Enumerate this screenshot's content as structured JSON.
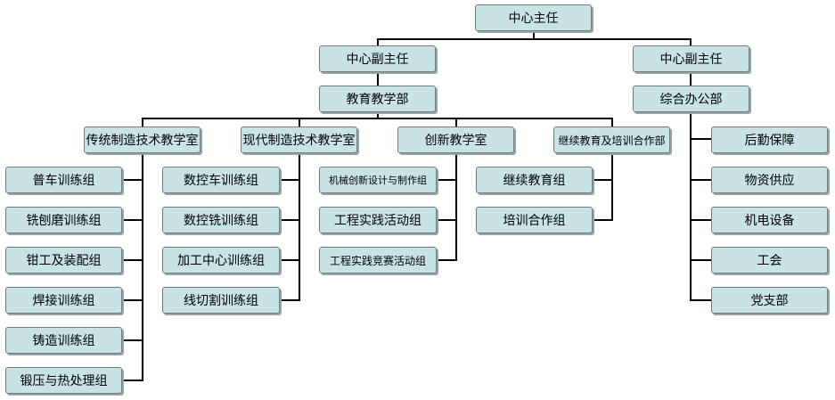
{
  "org": {
    "director": "中心主任",
    "deputy_left": "中心副主任",
    "deputy_right": "中心副主任",
    "education_dept": "教育教学部",
    "general_office": "综合办公部",
    "labs": [
      "传统制造技术教学室",
      "现代制造技术教学室",
      "创新教学室",
      "继续教育及培训合作部"
    ],
    "traditional_groups": [
      "普车训练组",
      "铣刨磨训练组",
      "钳工及装配组",
      "焊接训练组",
      "铸造训练组",
      "锻压与热处理组"
    ],
    "modern_groups": [
      "数控车训练组",
      "数控铣训练组",
      "加工中心训练组",
      "线切割训练组"
    ],
    "innovation_groups": [
      "机械创新设计与制作组",
      "工程实践活动组",
      "工程实践竞赛活动组"
    ],
    "continuing_groups": [
      "继续教育组",
      "培训合作组"
    ],
    "office_units": [
      "后勤保障",
      "物资供应",
      "机电设备",
      "工会",
      "党支部"
    ]
  }
}
